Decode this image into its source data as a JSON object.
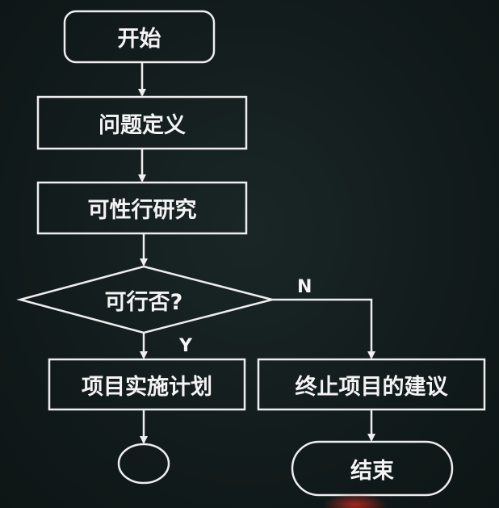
{
  "diagram": {
    "nodes": {
      "start": "开始",
      "problem_definition": "问题定义",
      "feasibility_study": "可性行研究",
      "decision": "可行否?",
      "project_plan": "项目实施计划",
      "terminate_suggestion": "终止项目的建议",
      "end": "结束"
    },
    "edges": {
      "yes_label": "Y",
      "no_label": "N"
    }
  },
  "colors": {
    "background": "#121c1c",
    "stroke": "#eeeeee",
    "text": "#f4f4f4"
  }
}
